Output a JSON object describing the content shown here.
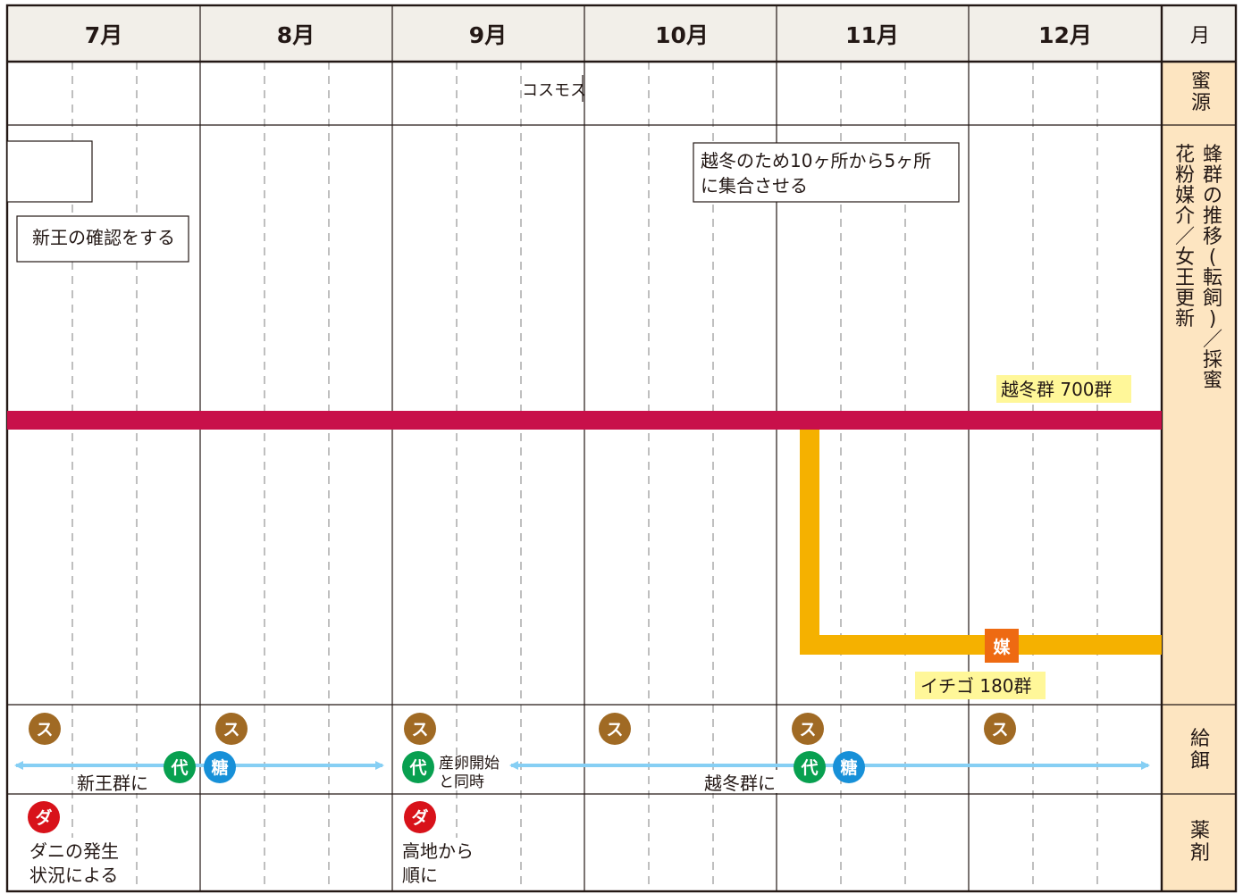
{
  "months": [
    "7月",
    "8月",
    "9月",
    "10月",
    "11月",
    "12月"
  ],
  "side_header": "月",
  "row_labels": {
    "nectar": [
      "蜜",
      "源"
    ],
    "colony_col1": [
      "蜂",
      "群",
      "の",
      "推",
      "移",
      "(",
      "転",
      "飼",
      ")",
      "／",
      "採",
      "蜜"
    ],
    "colony_col2": [
      "花",
      "粉",
      "媒",
      "介",
      "／",
      "女",
      "王",
      "更",
      "新"
    ],
    "feeding": [
      "給",
      "餌"
    ],
    "medicine": [
      "薬",
      "剤"
    ]
  },
  "nectar": {
    "cosmos": "コスモス"
  },
  "notes": {
    "new_queen": "新王の確認をする",
    "overwinter_line1": "越冬のため10ヶ所から5ヶ所",
    "overwinter_line2": "に集合させる"
  },
  "bars": {
    "overwinter_label": "越冬群 700群",
    "strawberry_label": "イチゴ 180群",
    "pollination_badge": "媒"
  },
  "feeding": {
    "su_badge": "ス",
    "dai_badge": "代",
    "to_badge": "糖",
    "new_queen_label": "新王群に",
    "spawn_line1": "産卵開始",
    "spawn_line2": "と同時",
    "overwinter_label": "越冬群に"
  },
  "medicine": {
    "da_badge": "ダ",
    "mite_line1": "ダニの発生",
    "mite_line2": "状況による",
    "high_line1": "高地から",
    "high_line2": "順に"
  },
  "colors": {
    "header_bg": "#f2efe9",
    "side_bg": "#fde5c1",
    "overwinter_bar": "#c8104a",
    "pollination_bar": "#f5b100",
    "pollination_badge": "#ee6a12",
    "label_bg": "#fff799",
    "arrow": "#86cff4",
    "su_badge": "#a06a24",
    "dai_badge": "#08a050",
    "to_badge": "#1790d8",
    "da_badge": "#d8121a"
  }
}
